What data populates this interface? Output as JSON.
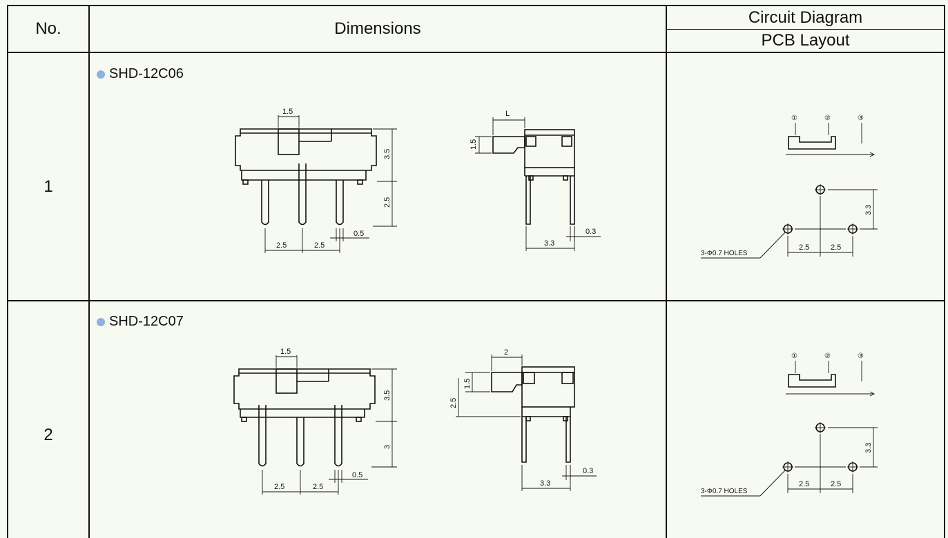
{
  "header": {
    "no": "No.",
    "dimensions": "Dimensions",
    "circuit": "Circuit Diagram",
    "pcb": "PCB Layout"
  },
  "rows": [
    {
      "number": "1",
      "model": "SHD-12C06",
      "front": {
        "knob_w": "1.5",
        "body_h": "3.5",
        "pin_len": "2.5",
        "pitch_a": "2.5",
        "pitch_b": "2.5",
        "pin_w": "0.5"
      },
      "side": {
        "lever": "L",
        "lever_h": "1.5",
        "base": "3.3",
        "pin_w": "0.3"
      },
      "circuit": {
        "pins": [
          "①",
          "②",
          "③"
        ]
      },
      "pcb": {
        "holes": "3-Φ0.7 HOLES",
        "pitch_a": "2.5",
        "pitch_b": "2.5",
        "height": "3.3"
      }
    },
    {
      "number": "2",
      "model": "SHD-12C07",
      "front": {
        "knob_w": "1.5",
        "body_h": "3.5",
        "pin_len": "3",
        "pitch_a": "2.5",
        "pitch_b": "2.5",
        "pin_w": "0.5"
      },
      "side": {
        "lever": "2",
        "lever_h": "1.5",
        "total_h": "2.5",
        "base": "3.3",
        "pin_w": "0.3"
      },
      "circuit": {
        "pins": [
          "①",
          "②",
          "③"
        ]
      },
      "pcb": {
        "holes": "3-Φ0.7 HOLES",
        "pitch_a": "2.5",
        "pitch_b": "2.5",
        "height": "3.3"
      }
    }
  ]
}
